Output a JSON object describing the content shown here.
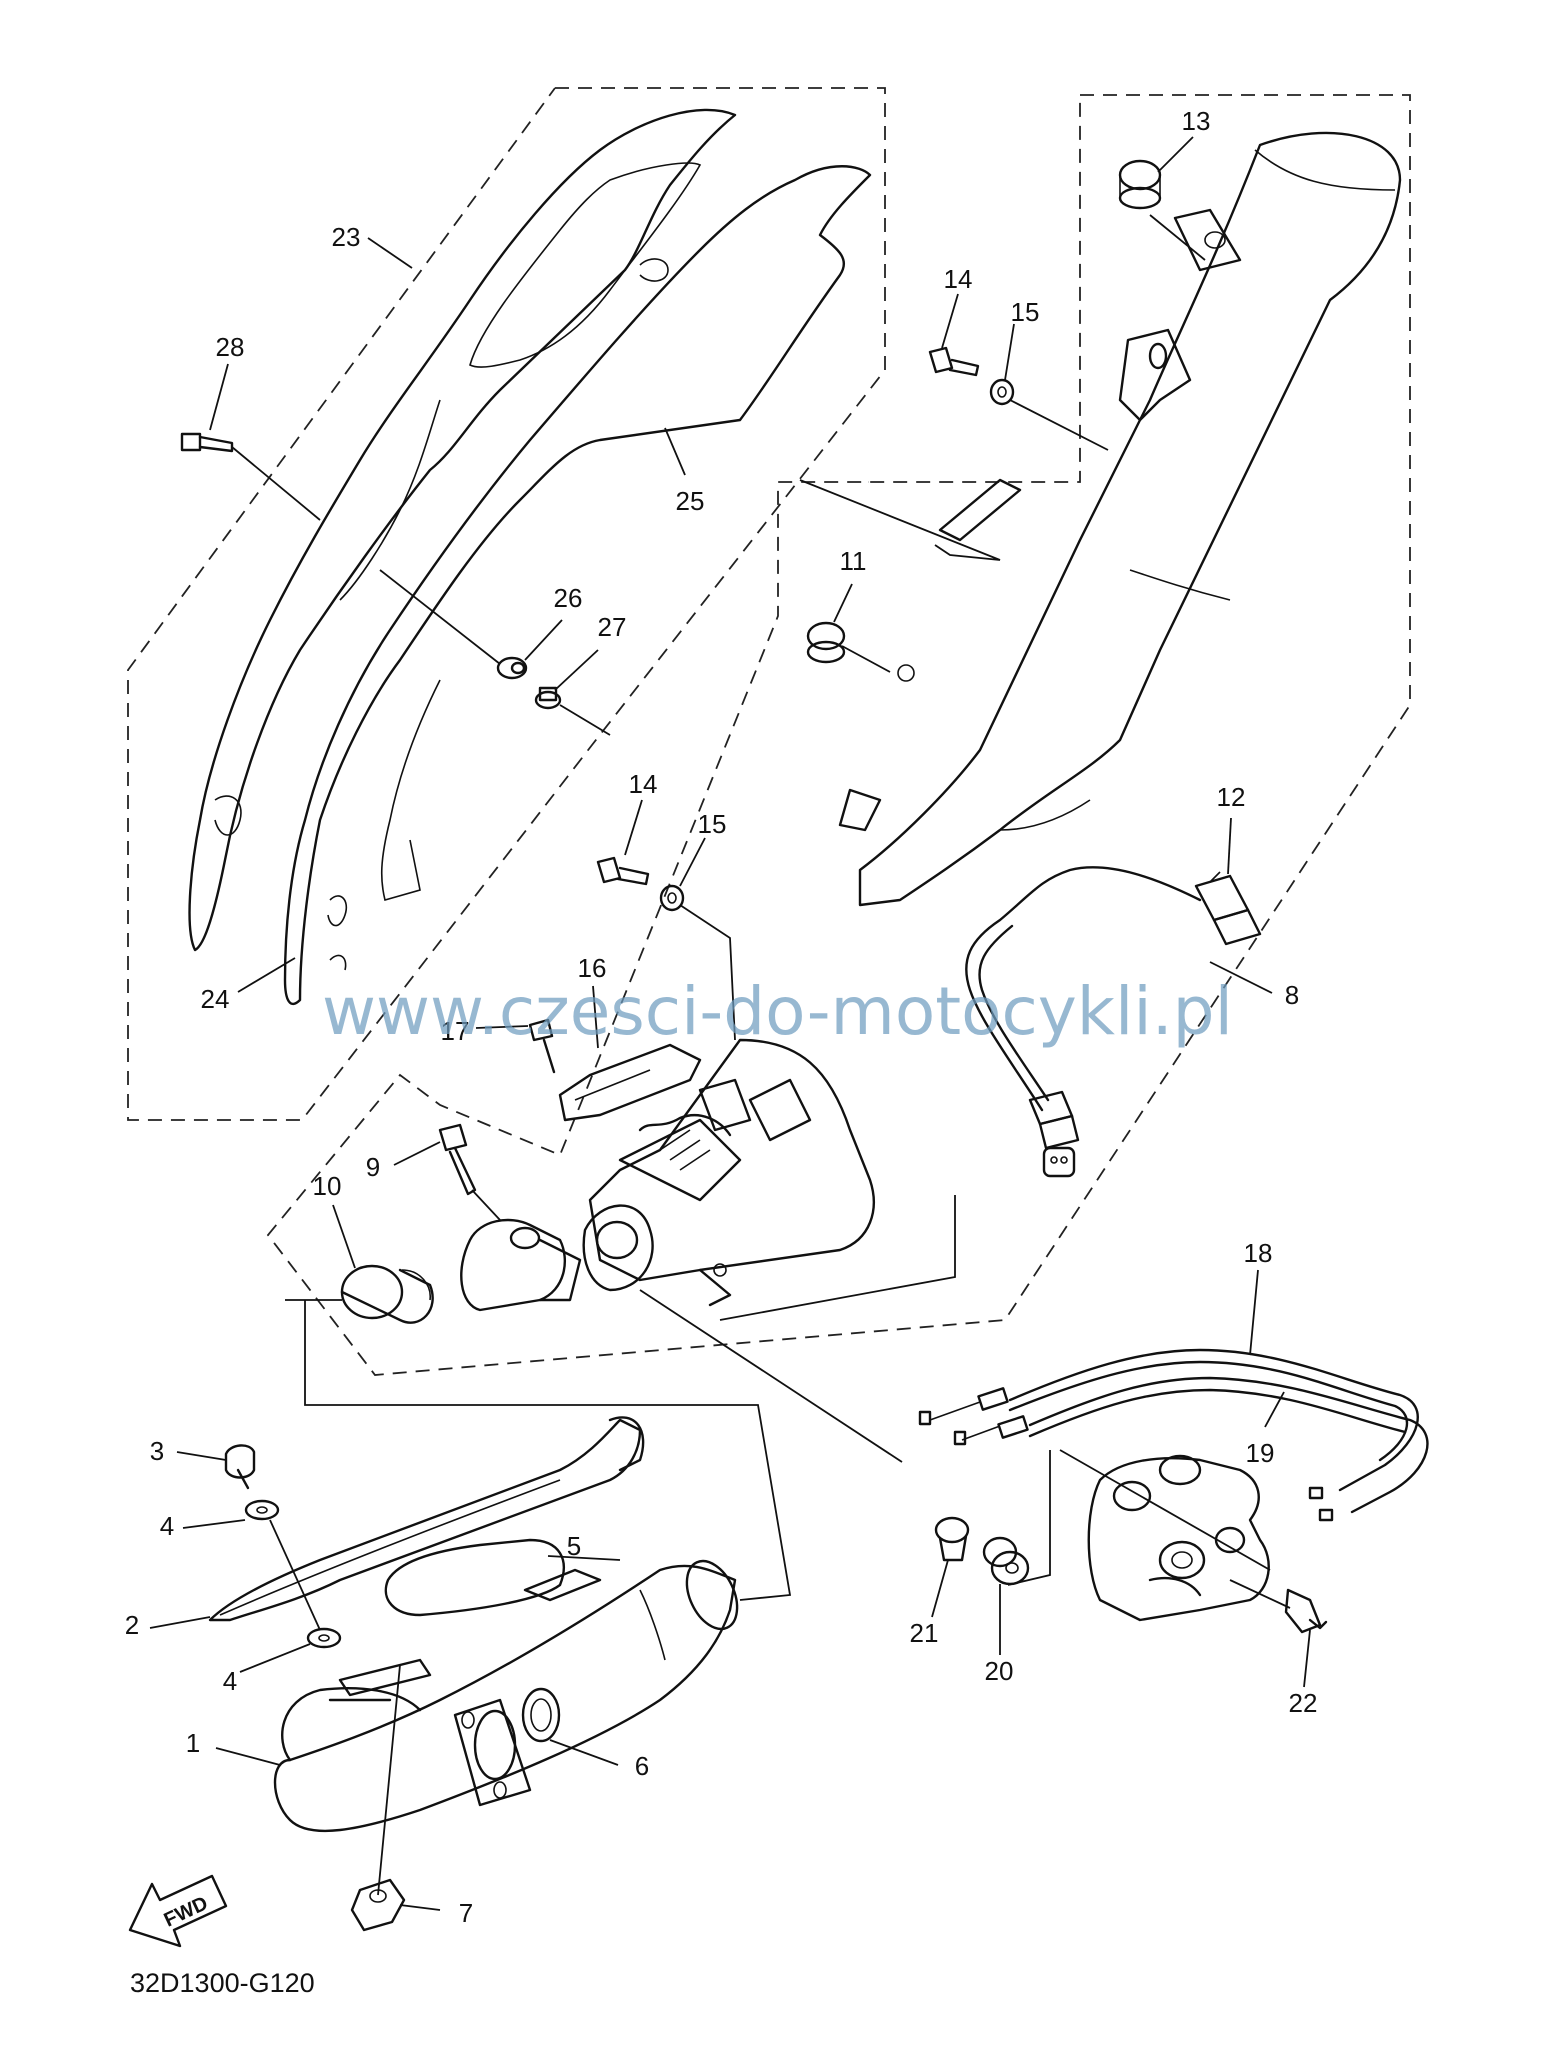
{
  "diagram": {
    "code": "32D1300-G120",
    "watermark": "www.czesci-do-motocykli.pl",
    "direction_label": "FWD"
  },
  "callouts": [
    {
      "id": "c1",
      "label": "1"
    },
    {
      "id": "c2",
      "label": "2"
    },
    {
      "id": "c3",
      "label": "3"
    },
    {
      "id": "c4a",
      "label": "4"
    },
    {
      "id": "c4b",
      "label": "4"
    },
    {
      "id": "c5",
      "label": "5"
    },
    {
      "id": "c6",
      "label": "6"
    },
    {
      "id": "c7",
      "label": "7"
    },
    {
      "id": "c8",
      "label": "8"
    },
    {
      "id": "c9",
      "label": "9"
    },
    {
      "id": "c10",
      "label": "10"
    },
    {
      "id": "c11",
      "label": "11"
    },
    {
      "id": "c12",
      "label": "12"
    },
    {
      "id": "c13",
      "label": "13"
    },
    {
      "id": "c14a",
      "label": "14"
    },
    {
      "id": "c14b",
      "label": "14"
    },
    {
      "id": "c15a",
      "label": "15"
    },
    {
      "id": "c15b",
      "label": "15"
    },
    {
      "id": "c16",
      "label": "16"
    },
    {
      "id": "c17",
      "label": "17"
    },
    {
      "id": "c18",
      "label": "18"
    },
    {
      "id": "c19",
      "label": "19"
    },
    {
      "id": "c20",
      "label": "20"
    },
    {
      "id": "c21",
      "label": "21"
    },
    {
      "id": "c22",
      "label": "22"
    },
    {
      "id": "c23",
      "label": "23"
    },
    {
      "id": "c24",
      "label": "24"
    },
    {
      "id": "c25",
      "label": "25"
    },
    {
      "id": "c26",
      "label": "26"
    },
    {
      "id": "c27",
      "label": "27"
    },
    {
      "id": "c28",
      "label": "28"
    }
  ]
}
